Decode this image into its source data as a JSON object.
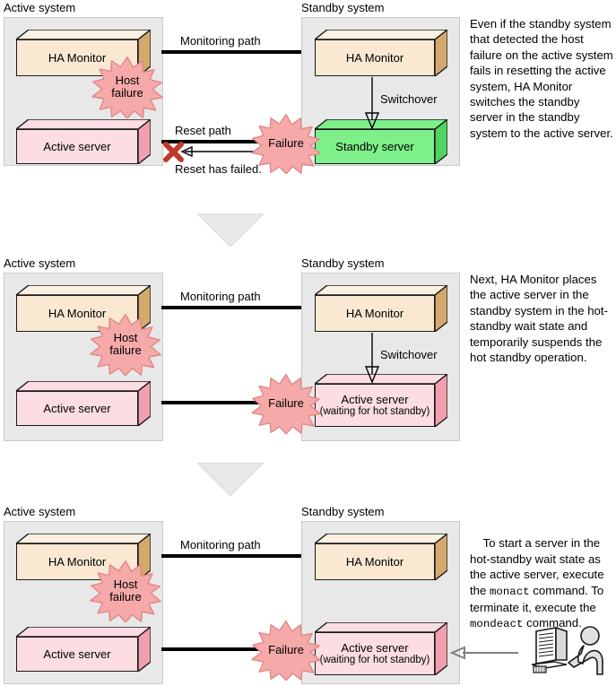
{
  "figure": {
    "type": "ha-monitor-switchover-diagram",
    "colors": {
      "system_panel_bg": "#e8e8e8",
      "ha_monitor_front": "#fae8d2",
      "ha_monitor_top": "#fbf0e2",
      "ha_monitor_side": "#d5a96d",
      "server_pink_front": "#fbdde3",
      "server_pink_top": "#fbdde3",
      "server_pink_side": "#f0a0ae",
      "standby_green_front": "#7ef08a",
      "standby_green_top": "#7ef08a",
      "standby_green_side": "#4fd362",
      "burst_fill": "#f5a9a9",
      "burst_stroke": "#e08585",
      "line_black": "#000000",
      "x_mark_red": "#c0392b",
      "arrow_gray": "#808080",
      "triangle_fill": "#e8e8e8"
    }
  },
  "panels": [
    {
      "id": "panel-1",
      "active": {
        "label": "Active system",
        "ha_monitor": "HA Monitor",
        "server": "Active server"
      },
      "standby": {
        "label": "Standby system",
        "ha_monitor": "HA Monitor",
        "server": "Standby server",
        "switchover_label": "Switchover"
      },
      "monitoring_path_label": "Monitoring path",
      "reset_path_label": "Reset path",
      "reset_failed_label": "Reset has failed.",
      "host_failure_label_line1": "Host",
      "host_failure_label_line2": "failure",
      "failure_label": "Failure",
      "note": "Even if the standby system that detected the host failure on the active system fails in resetting the active system, HA Monitor switches the standby server in the standby system to the active server."
    },
    {
      "id": "panel-2",
      "active": {
        "label": "Active system",
        "ha_monitor": "HA Monitor",
        "server": "Active server"
      },
      "standby": {
        "label": "Standby system",
        "ha_monitor": "HA Monitor",
        "server": "Active server",
        "server_sub": "(waiting for hot standby)",
        "switchover_label": "Switchover"
      },
      "monitoring_path_label": "Monitoring path",
      "host_failure_label_line1": "Host",
      "host_failure_label_line2": "failure",
      "failure_label": "Failure",
      "note": "Next, HA Monitor places the active server in the standby system in the hot-standby wait state and temporarily suspends the hot standby operation."
    },
    {
      "id": "panel-3",
      "active": {
        "label": "Active system",
        "ha_monitor": "HA Monitor",
        "server": "Active server"
      },
      "standby": {
        "label": "Standby system",
        "ha_monitor": "HA Monitor",
        "server": "Active server",
        "server_sub": "(waiting for hot standby)"
      },
      "monitoring_path_label": "Monitoring path",
      "host_failure_label_line1": "Host",
      "host_failure_label_line2": "failure",
      "failure_label": "Failure",
      "note_parts": [
        {
          "text": "To start a server in the hot-standby wait state as the active server, execute the ",
          "mono": false
        },
        {
          "text": "monact",
          "mono": true
        },
        {
          "text": " command. To terminate it, execute the ",
          "mono": false
        },
        {
          "text": "mondeact",
          "mono": true
        },
        {
          "text": " command.",
          "mono": false
        }
      ],
      "note_plain": "To start a server in the hot-standby wait state as the active server, execute the monact command. To terminate it, execute the mondeact command.",
      "operator_icon": "operator-at-terminal-icon"
    }
  ]
}
